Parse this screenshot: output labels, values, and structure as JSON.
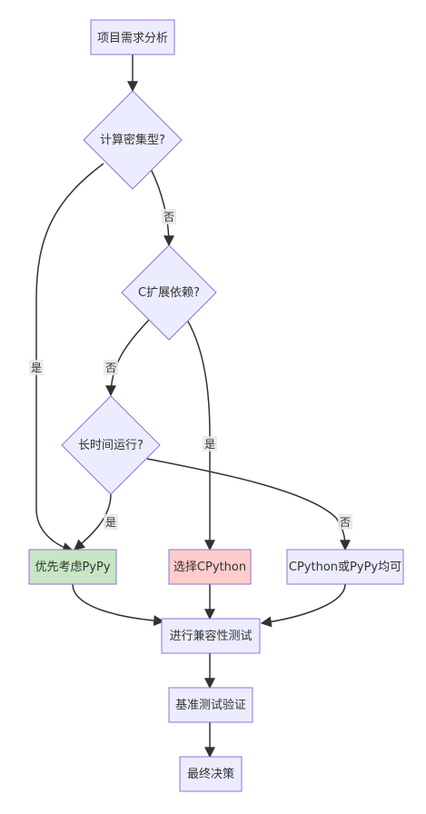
{
  "nodes": {
    "analysis": "项目需求分析",
    "compute_intensive": "计算密集型?",
    "c_extension": "C扩展依赖?",
    "long_running": "长时间运行?",
    "prefer_pypy": "优先考虑PyPy",
    "choose_cpython": "选择CPython",
    "either": "CPython或PyPy均可",
    "compat_test": "进行兼容性测试",
    "benchmark": "基准测试验证",
    "final": "最终决策"
  },
  "edges": {
    "compute_no": "否",
    "compute_yes": "是",
    "cext_no": "否",
    "cext_yes": "是",
    "long_yes": "是",
    "long_no": "否"
  },
  "colors": {
    "node_fill": "#ececff",
    "node_stroke": "#9370db",
    "pypy_fill": "#c7e6c3",
    "cpython_fill": "#ffcccc",
    "edge": "#333333"
  }
}
